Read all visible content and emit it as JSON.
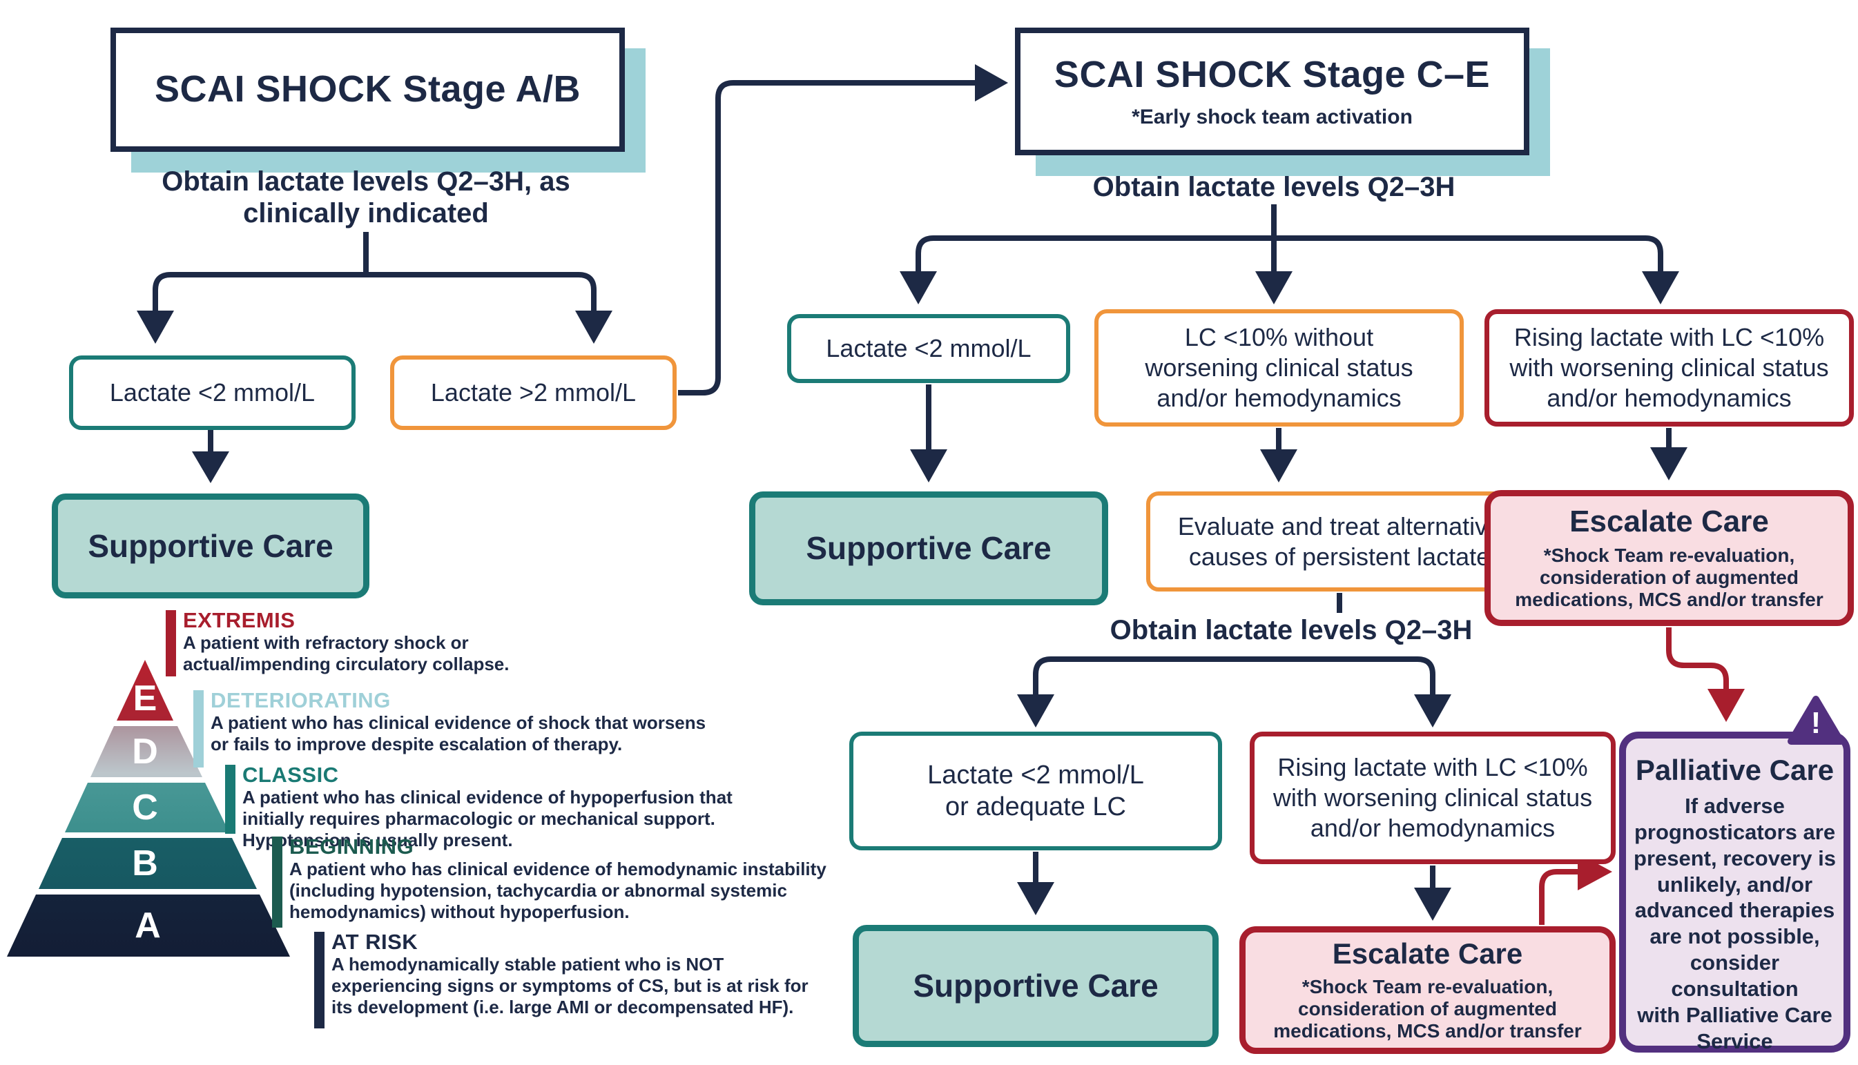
{
  "colors": {
    "navy": "#1d2945",
    "teal": "#1b7b76",
    "teal_fill": "#b5d9d3",
    "teal_shadow": "#9ed2d8",
    "orange": "#f0953b",
    "crimson": "#a81e2d",
    "pink_fill": "#f9dde2",
    "purple": "#52307f",
    "lavender_fill": "#ede1ee",
    "light_blue": "#9fd0d8",
    "green": "#1c5b4f"
  },
  "left_flow": {
    "stage_title": "SCAI SHOCK Stage A/B",
    "obtain_label": "Obtain lactate levels Q2–3H, as\nclinically indicated",
    "lactate_low": "Lactate <2 mmol/L",
    "lactate_high": "Lactate >2 mmol/L",
    "supportive_care": "Supportive Care"
  },
  "pyramid": {
    "levels": [
      {
        "letter": "A",
        "name": "AT RISK",
        "description": "A hemodynamically stable patient who is NOT experiencing signs or symptoms of CS, but is at risk for its development (i.e. large AMI or decompensated HF)."
      },
      {
        "letter": "B",
        "name": "BEGINNING",
        "description": "A patient who has clinical evidence of hemodynamic instability (including hypotension, tachycardia or abnormal systemic hemodynamics) without hypoperfusion."
      },
      {
        "letter": "C",
        "name": "CLASSIC",
        "description": "A patient who has clinical evidence of hypoperfusion that initially requires pharmacologic or mechanical support. Hypotension is usually present."
      },
      {
        "letter": "D",
        "name": "DETERIORATING",
        "description": "A patient who has clinical evidence of shock that worsens or fails to improve despite escalation of therapy."
      },
      {
        "letter": "E",
        "name": "EXTREMIS",
        "description": "A patient with refractory shock or actual/impending circulatory collapse."
      }
    ]
  },
  "right_flow": {
    "stage_title": "SCAI SHOCK Stage C–E",
    "stage_subtitle": "*Early shock team activation",
    "obtain_label_1": "Obtain lactate levels Q2–3H",
    "row1": {
      "lactate_low": "Lactate <2 mmol/L",
      "lc_without": "LC <10% without\nworsening clinical status\nand/or hemodynamics",
      "rising_lactate": "Rising lactate with LC <10%\nwith worsening clinical status\nand/or hemodynamics"
    },
    "row2": {
      "supportive_care": "Supportive Care",
      "evaluate": "Evaluate and treat alternative\ncauses of persistent lactate",
      "escalate_title": "Escalate Care",
      "escalate_subtitle": "*Shock Team re-evaluation,\nconsideration of augmented\nmedications, MCS and/or transfer"
    },
    "obtain_label_2": "Obtain lactate levels Q2–3H",
    "row3": {
      "lactate_low_or_lc": "Lactate <2 mmol/L\nor adequate LC",
      "rising_lactate": "Rising lactate with LC <10%\nwith worsening clinical status\nand/or hemodynamics"
    },
    "row4": {
      "supportive_care": "Supportive Care",
      "escalate_title": "Escalate Care",
      "escalate_subtitle": "*Shock Team re-evaluation,\nconsideration of augmented\nmedications, MCS and/or transfer"
    },
    "palliative": {
      "title": "Palliative Care",
      "body": "If adverse\nprognosticators are\npresent, recovery is\nunlikely, and/or\nadvanced therapies\nare not possible,\nconsider consultation\nwith Palliative Care\nService",
      "warning_icon": "!"
    }
  }
}
